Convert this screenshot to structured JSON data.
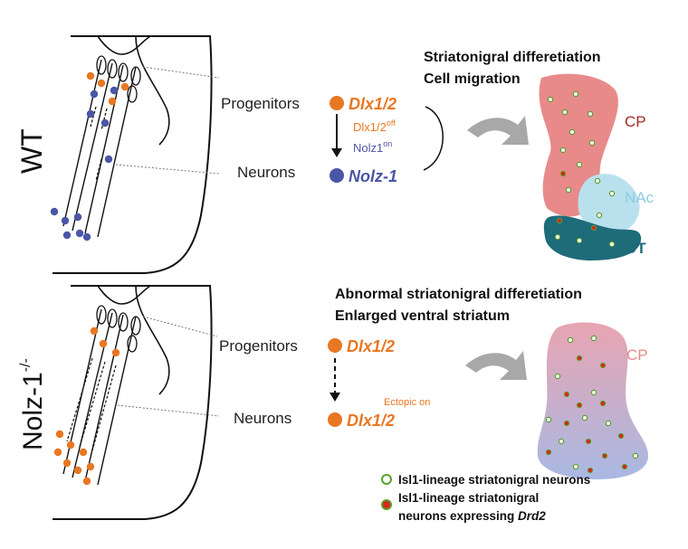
{
  "colors": {
    "orange": "#e87722",
    "blue": "#4a56a6",
    "cp_red": "#a32a2a",
    "nac_blue": "#8ccbe0",
    "ot_teal": "#1e6b7a",
    "cp_pink": "#e58c8c",
    "wt_cp_fill": "#e88a8a",
    "mut_fill_top": "#e8a4b2",
    "mut_fill_bottom": "#a9b9e3",
    "arrow_gray": "#a8a8a8",
    "marker_green": "#5aa02c",
    "marker_red": "#d9261c"
  },
  "wt": {
    "genotype_label": "WT",
    "progenitors_label": "Progenitors",
    "neurons_label": "Neurons",
    "gene_progenitor": "Dlx1/2",
    "gene_neuron": "Nolz-1",
    "regulation_dlx": "Dlx1/2",
    "regulation_dlx_sup": "off",
    "regulation_nolz": "Nolz1",
    "regulation_nolz_sup": "on",
    "title_line1": "Striatonigral differetiation",
    "title_line2": "Cell migration",
    "region_cp": "CP",
    "region_nac": "NAc",
    "region_ot": "OT"
  },
  "mutant": {
    "genotype_label": "Nolz-1",
    "genotype_sup": "-/-",
    "progenitors_label": "Progenitors",
    "neurons_label": "Neurons",
    "gene_progenitor": "Dlx1/2",
    "gene_neuron": "Dlx1/2",
    "ectopic_label": "Ectopic on",
    "title_line1": "Abnormal striatonigral differetiation",
    "title_line2": "Enlarged ventral striatum",
    "region_cp": "CP"
  },
  "legend": {
    "item1": "Isl1-lineage striatonigral neurons",
    "item2_line1": "Isl1-lineage striatonigral",
    "item2_line2_pre": "neurons expressing ",
    "item2_line2_gene": "Drd2"
  }
}
